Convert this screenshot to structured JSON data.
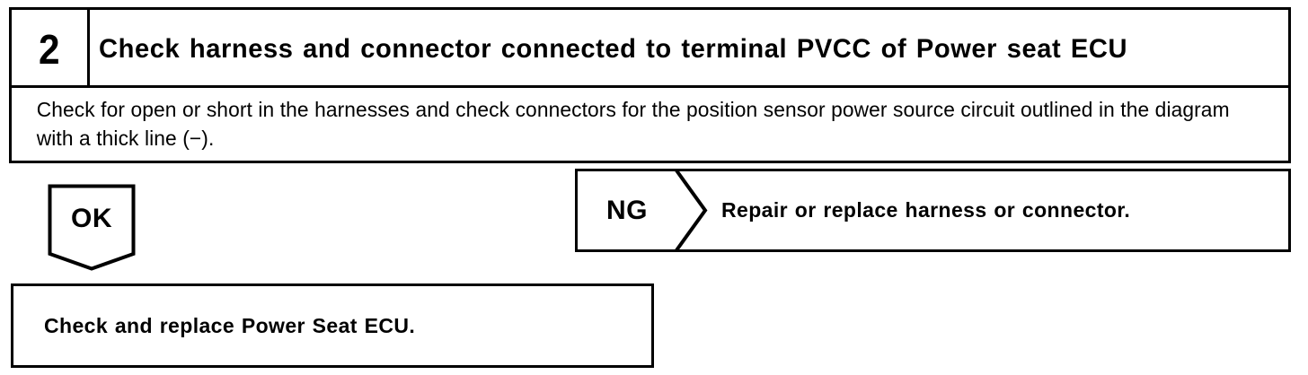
{
  "step": {
    "number": "2",
    "title": "Check harness and connector connected to terminal PVCC of Power seat ECU",
    "description": "Check for open or short in the harnesses and check connectors for the position sensor power source circuit outlined in the diagram with a thick line (−)."
  },
  "branches": {
    "ok_label": "OK",
    "ng_label": "NG",
    "ng_action": "Repair or replace harness or connector."
  },
  "result": {
    "text": "Check and replace Power Seat ECU."
  },
  "colors": {
    "ink": "#000000",
    "paper": "#ffffff"
  }
}
